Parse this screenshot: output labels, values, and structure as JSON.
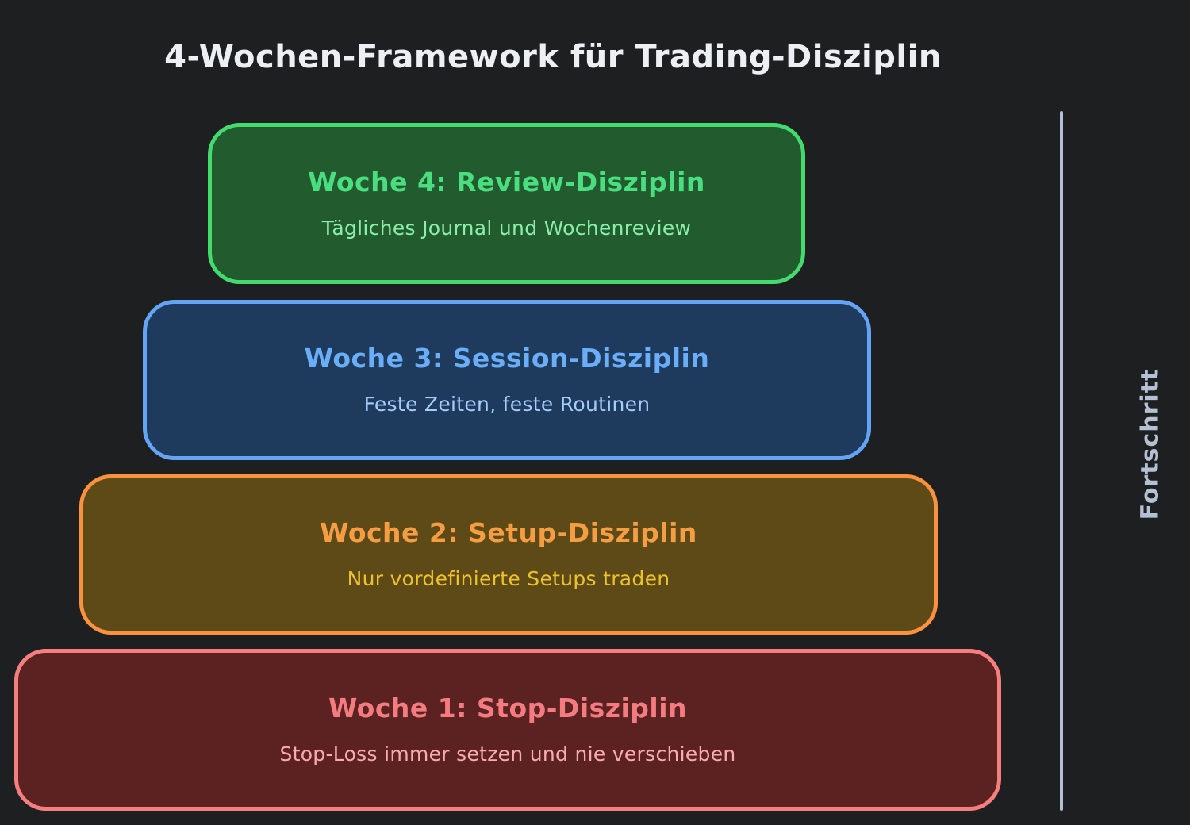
{
  "title": "4-Wochen-Framework für Trading-Disziplin",
  "colors": {
    "background": "#1e1f21",
    "title_text": "#eceff3",
    "progress_axis": "#b4c0d3"
  },
  "progress_axis": {
    "label": "Fortschritt",
    "line_color": "#b4c0d3",
    "label_color": "#b4c0d3"
  },
  "levels": [
    {
      "week": "Woche 4",
      "heading": "Woche 4: Review-Disziplin",
      "subtitle": "Tägliches Journal und Wochenreview",
      "border_color": "#44da6e",
      "fill_color": "#225c2e",
      "heading_color": "#4ade80",
      "subtitle_color": "#8ceeab"
    },
    {
      "week": "Woche 3",
      "heading": "Woche 3: Session-Disziplin",
      "subtitle": "Feste Zeiten, feste Routinen",
      "border_color": "#64a4f4",
      "fill_color": "#1e3a5c",
      "heading_color": "#6aaef8",
      "subtitle_color": "#a5cdfb"
    },
    {
      "week": "Woche 2",
      "heading": "Woche 2: Setup-Disziplin",
      "subtitle": "Nur vordefinierte Setups traden",
      "border_color": "#f9913f",
      "fill_color": "#5d4a17",
      "heading_color": "#f59d42",
      "subtitle_color": "#eec22c"
    },
    {
      "week": "Woche 1",
      "heading": "Woche 1: Stop-Disziplin",
      "subtitle": "Stop-Loss immer setzen und nie verschieben",
      "border_color": "#f57f7f",
      "fill_color": "#5c2222",
      "heading_color": "#f47c80",
      "subtitle_color": "#f9aab2"
    }
  ]
}
